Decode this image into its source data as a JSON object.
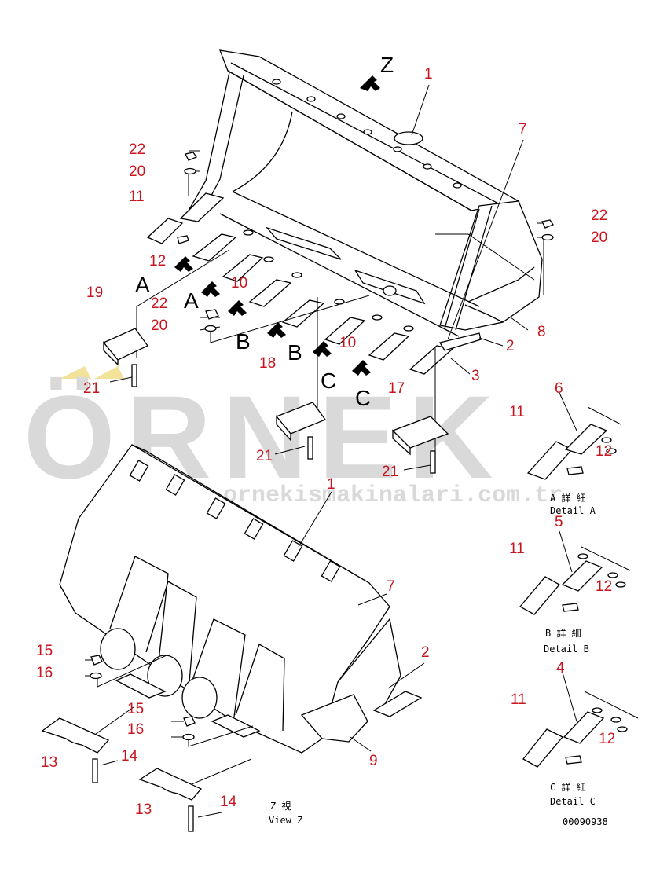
{
  "watermark": {
    "brand": "ÖRNEK",
    "url": "www.ornekismakinalari.com.tr"
  },
  "callouts": {
    "n1a": "1",
    "n7a": "7",
    "n22a": "22",
    "n20a": "20",
    "n11a": "11",
    "n12a": "12",
    "n10a": "10",
    "n10b": "10",
    "n22b": "22",
    "n20b": "20",
    "n19": "19",
    "n22c": "22",
    "n20c": "20",
    "n2a": "2",
    "n3": "3",
    "n8": "8",
    "n18": "18",
    "n21a": "21",
    "n17": "17",
    "n21b": "21",
    "n21c": "21",
    "n6": "6",
    "n11b": "11",
    "n12b": "12",
    "n5": "5",
    "n11c": "11",
    "n12c": "12",
    "n4": "4",
    "n11d": "11",
    "n12d": "12",
    "n1b": "1",
    "n7b": "7",
    "n2b": "2",
    "n15a": "15",
    "n16a": "16",
    "n15b": "15",
    "n16b": "16",
    "n13a": "13",
    "n14a": "14",
    "n13b": "13",
    "n14b": "14",
    "n9": "9"
  },
  "view_letters": {
    "z": "Z",
    "a1": "A",
    "a2": "A",
    "b1": "B",
    "b2": "B",
    "c1": "C",
    "c2": "C"
  },
  "captions": {
    "detail_a_jp": "A 詳 細",
    "detail_a_en": "Detail A",
    "detail_b_jp": "B 詳 細",
    "detail_b_en": "Detail B",
    "detail_c_jp": "C 詳 細",
    "detail_c_en": "Detail C",
    "view_z_jp": "Z 視",
    "view_z_en": "View Z",
    "drawing_no": "00090938"
  }
}
